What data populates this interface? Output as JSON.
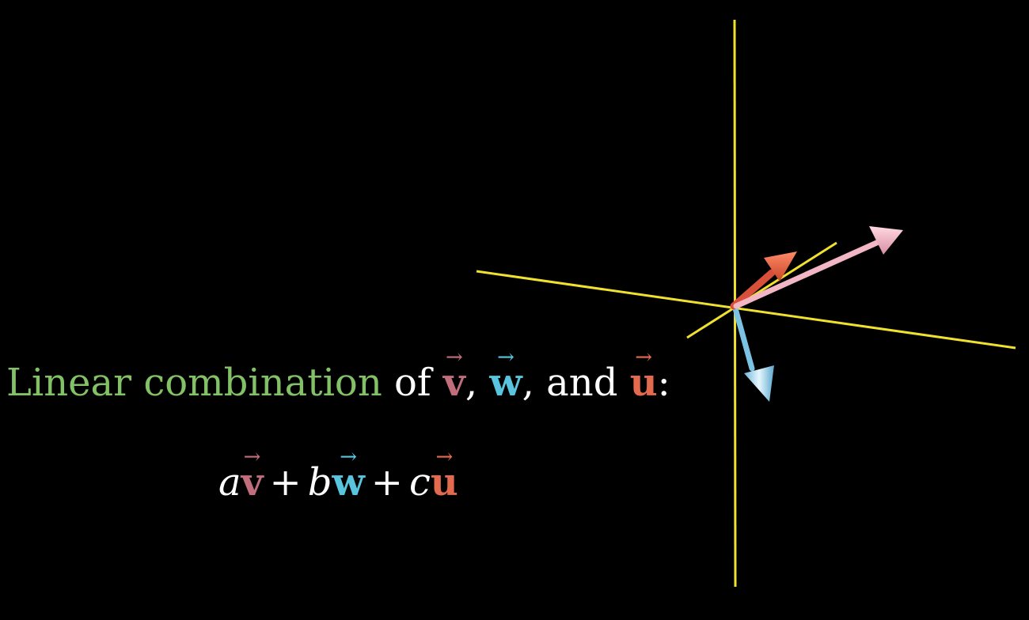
{
  "colors": {
    "background": "#000000",
    "axes": "#f0e130",
    "green_text": "#83c167",
    "vector_v": "#c26d7c",
    "vector_w": "#58c4dd",
    "vector_u": "#e36a4f",
    "vector_pink": "#f2b6c4"
  },
  "caption": {
    "linear_combination": "Linear combination",
    "of": " of ",
    "v": "v",
    "comma1": ", ",
    "w": "w",
    "comma2": ", and ",
    "u": "u",
    "colon": ":",
    "arrow_glyph": "⃗"
  },
  "formula": {
    "a": "a",
    "v": "v",
    "plus1": "+",
    "b": "b",
    "w": "w",
    "plus2": "+",
    "c": "c",
    "u": "u"
  },
  "scene": {
    "axes": [
      "x-axis",
      "y-axis",
      "z-axis"
    ],
    "vectors": [
      {
        "name": "v",
        "color": "#f2b6c4"
      },
      {
        "name": "u",
        "color": "#e36a4f"
      },
      {
        "name": "w",
        "color": "#87ceeb"
      }
    ]
  }
}
